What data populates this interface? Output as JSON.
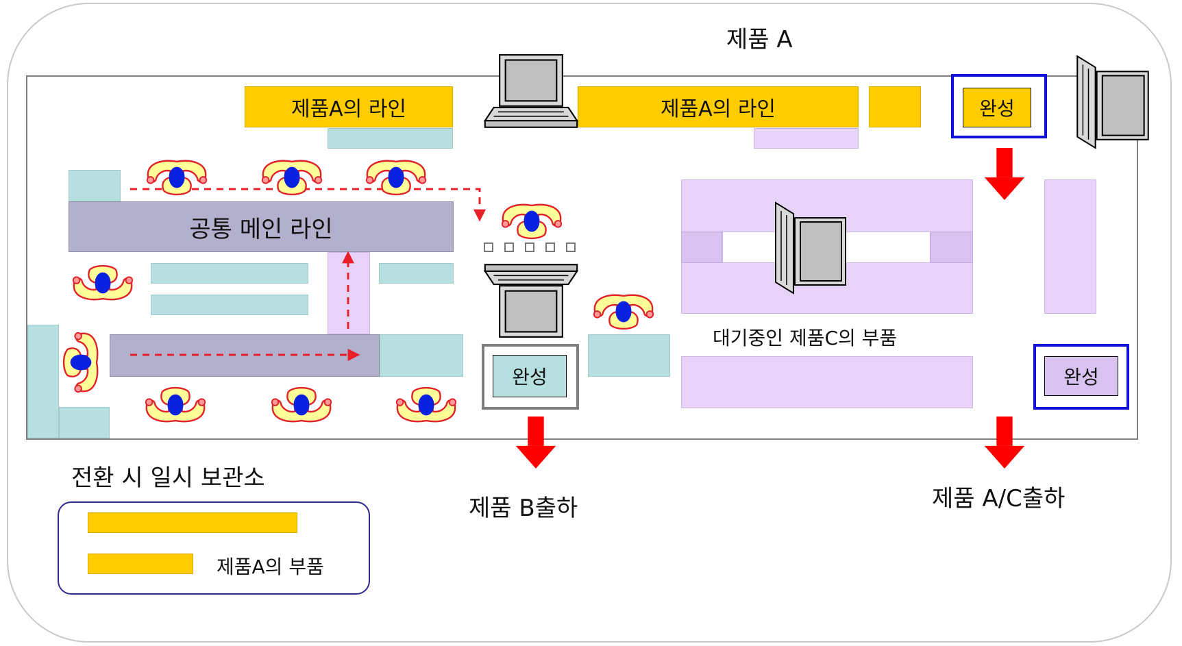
{
  "title": "제품 A",
  "line_a_left": "제품A의 라인",
  "line_a_center": "제품A의 라인",
  "common_main_line": "공통 메인 라인",
  "complete_top_right": "완성",
  "complete_center": "완성",
  "complete_bottom_right": "완성",
  "waiting_parts": "대기중인 제품C의 부품",
  "temp_storage": "전환 시 일시 보관소",
  "legend_parts_a": "제품A의 부품",
  "ship_b": "제품 B출하",
  "ship_ac": "제품 A/C출하",
  "colors": {
    "yellow": "#ffcc00",
    "teal": "#b7dfe0",
    "lavender": "#e6d3f7",
    "main_line": "#b2b0cd",
    "arrow_red": "#ff0000",
    "frame_blue": "#1010d8",
    "frame_gray": "#7f7f7f"
  },
  "icons": [
    "worker-icon",
    "laptop-icon",
    "red-down-arrow-icon",
    "dashed-flow-arrow-icon"
  ]
}
